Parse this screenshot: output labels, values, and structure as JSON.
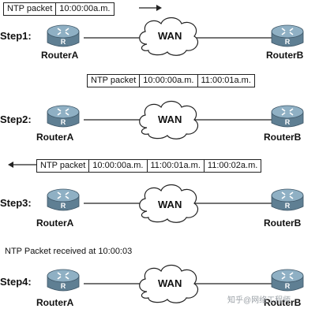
{
  "steps": [
    {
      "label": "Step1:",
      "router_a": "RouterA",
      "router_b": "RouterB",
      "cloud": "WAN",
      "packet": [
        "NTP packet",
        "10:00:00a.m."
      ],
      "direction": "right"
    },
    {
      "label": "Step2:",
      "router_a": "RouterA",
      "router_b": "RouterB",
      "cloud": "WAN",
      "packet": [
        "NTP packet",
        "10:00:00a.m.",
        "11:00:01a.m."
      ],
      "direction": "none"
    },
    {
      "label": "Step3:",
      "router_a": "RouterA",
      "router_b": "RouterB",
      "cloud": "WAN",
      "packet": [
        "NTP packet",
        "10:00:00a.m.",
        "11:00:01a.m.",
        "11:00:02a.m."
      ],
      "direction": "left"
    },
    {
      "label": "Step4:",
      "router_a": "RouterA",
      "router_b": "RouterB",
      "cloud": "WAN",
      "packet": [],
      "direction": "none"
    }
  ],
  "note": "NTP Packet received at 10:00:03",
  "watermark": "知乎@网络工程师",
  "colors": {
    "router_top": "#8fb0c4",
    "router_side": "#5f7f93",
    "cloud_fill": "#ffffff",
    "cloud_stroke": "#222222",
    "link": "#222222"
  },
  "icons": {
    "router": "router-icon",
    "cloud": "cloud-icon",
    "arrow_right": "arrow-right-icon",
    "arrow_left": "arrow-left-icon"
  }
}
